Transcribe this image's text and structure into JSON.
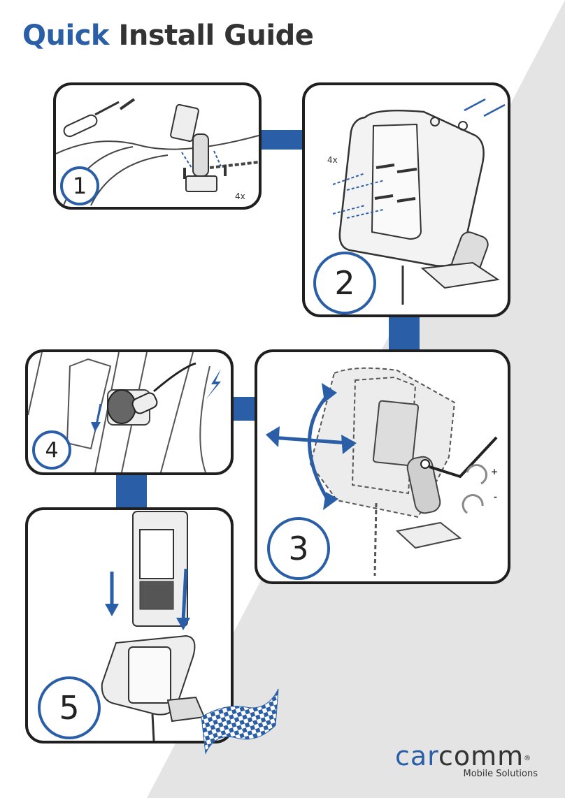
{
  "title": {
    "highlight": "Quick",
    "rest": "Install Guide"
  },
  "colors": {
    "accent": "#2a5fa8",
    "frame": "#1f1f1f",
    "shade": "#e4e4e4"
  },
  "steps": [
    {
      "number": "1",
      "qty": "4x"
    },
    {
      "number": "2",
      "qty": "4x"
    },
    {
      "number": "3",
      "plus": "+",
      "minus": "-"
    },
    {
      "number": "4"
    },
    {
      "number": "5"
    }
  ],
  "brand": {
    "car": "car",
    "comm": "comm",
    "reg": "®",
    "tagline": "Mobile Solutions"
  }
}
